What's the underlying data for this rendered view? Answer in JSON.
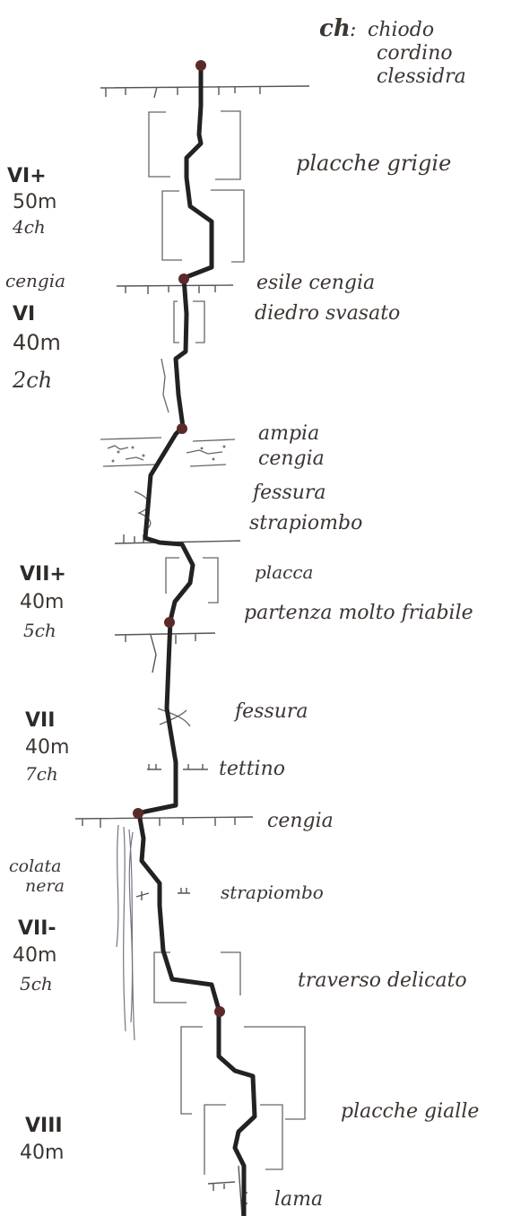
{
  "legend": {
    "abbrev": "ch",
    "separator": ":",
    "items": [
      "chiodo",
      "cordino",
      "clessidra"
    ]
  },
  "pitches": [
    {
      "grade": "VI+",
      "length": "50m",
      "pegs": "4ch"
    },
    {
      "grade": "VI",
      "length": "40m",
      "pegs": "2ch"
    },
    {
      "grade": "VII+",
      "length": "40m",
      "pegs": "5ch"
    },
    {
      "grade": "VII",
      "length": "40m",
      "pegs": "7ch"
    },
    {
      "grade": "VII-",
      "length": "40m",
      "pegs": "5ch"
    },
    {
      "grade": "VIII",
      "length": "40m"
    }
  ],
  "left_labels": {
    "cengia": "cengia",
    "colata_line1": "colata",
    "colata_line2": "nera"
  },
  "features": {
    "placche_grigie": "placche grigie",
    "esile_cengia": "esile cengia",
    "diedro_svasato": "diedro svasato",
    "ampia": "ampia",
    "cengia_1": "cengia",
    "fessura_1": "fessura",
    "strapiombo_1": "strapiombo",
    "placca": "placca",
    "partenza": "partenza molto friabile",
    "fessura_2": "fessura",
    "tettino": "tettino",
    "cengia_2": "cengia",
    "strapiombo_2": "strapiombo",
    "traverso": "traverso delicato",
    "placche_gialle": "placche gialle",
    "lama": "lama"
  },
  "colors": {
    "ink": "#3c3633",
    "route": "#222222",
    "belay": "#5a2a2a"
  }
}
